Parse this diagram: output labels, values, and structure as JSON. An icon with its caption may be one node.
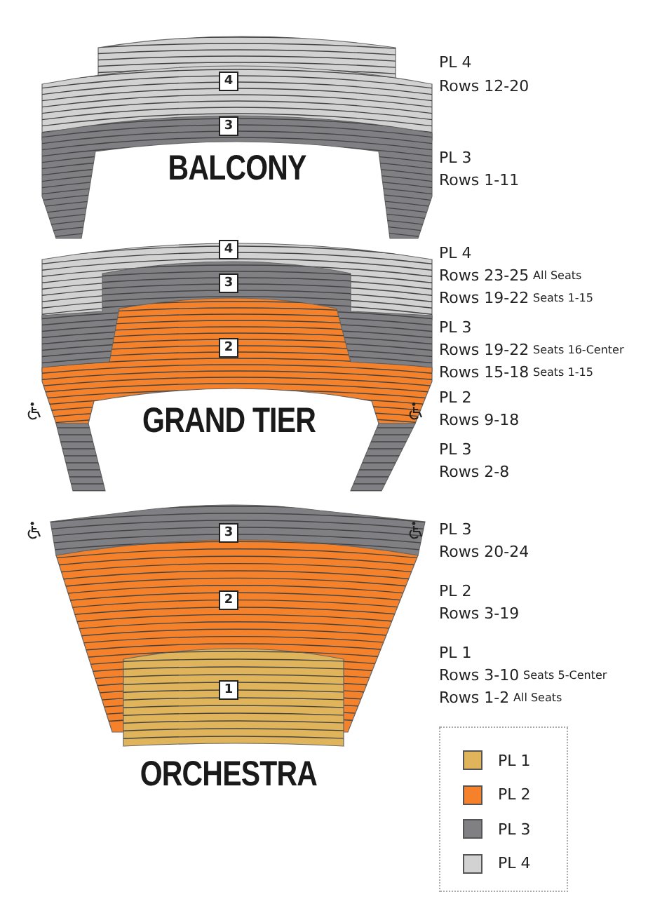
{
  "diagram": {
    "labels": [
      "4",
      "PL 4",
      "Rows 12-20",
      "3",
      "BALCONY",
      "PL 3",
      "Rows 1-11",
      "4",
      "PL 4",
      "Rows 23-25",
      "All Seats",
      "3",
      "Rows 19-22",
      "Seats 1-15",
      "PL 3",
      "2",
      "Rows 19-22",
      "Seats 16-Center",
      "Rows 15-18",
      "Seats 1-15",
      "PL 2",
      "Rows 9-18",
      "GRAND TIER",
      "PL 3",
      "Rows 2-8",
      "3",
      "PL 3",
      "Rows 20-24",
      "2",
      "PL 2",
      "Rows 3-19",
      "PL 1",
      "Rows 3-10",
      "Seats 5-Center",
      "1",
      "Rows 1-2",
      "All Seats",
      "ORCHESTRA"
    ],
    "legend": [
      {
        "text": "PL 1",
        "color": "#e0b45a"
      },
      {
        "text": "PL 2",
        "color": "#f5822a"
      },
      {
        "text": "PL 3",
        "color": "#808084"
      },
      {
        "text": "PL 4",
        "color": "#d2d2d2"
      }
    ]
  }
}
